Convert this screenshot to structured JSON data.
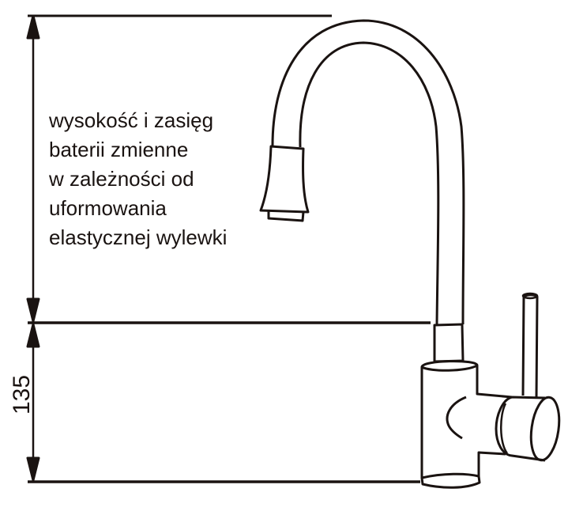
{
  "annotation": {
    "lines": [
      "wysokość i zasięg",
      "baterii zmienne",
      "w zależności od",
      "uformowania",
      "elastycznej wylewki"
    ]
  },
  "dimension": {
    "value": "135"
  },
  "colors": {
    "ink": "#1a1311",
    "background": "#ffffff"
  }
}
